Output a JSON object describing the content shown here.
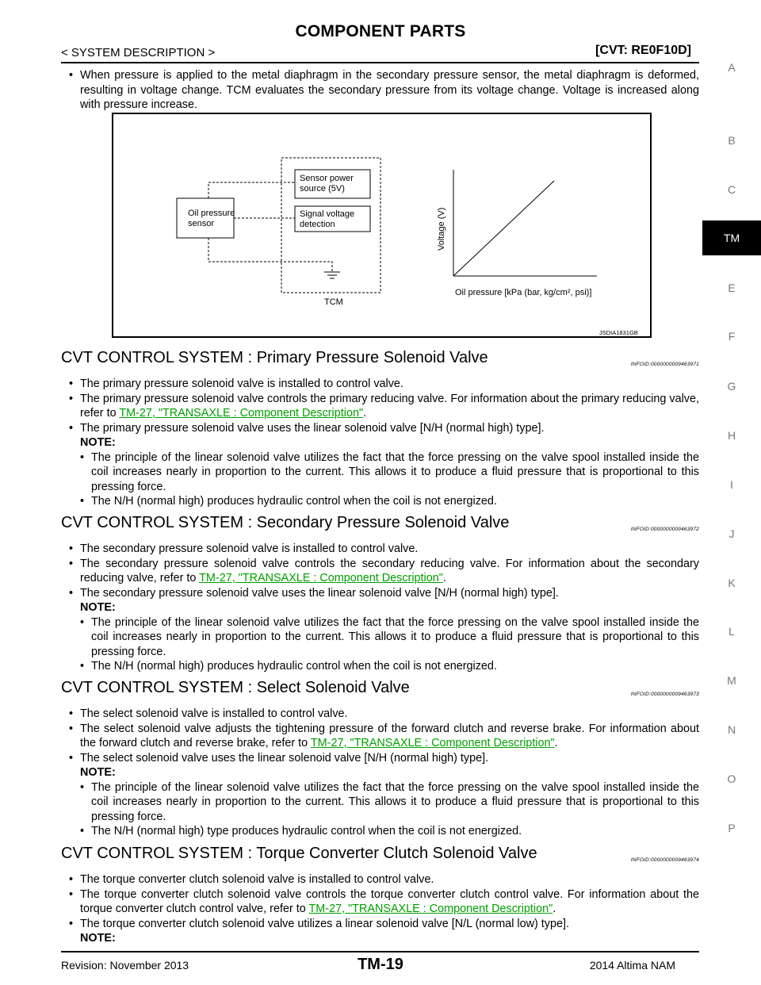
{
  "header": {
    "title": "COMPONENT PARTS",
    "section": "< SYSTEM DESCRIPTION >",
    "model": "[CVT: RE0F10D]"
  },
  "side_tabs": [
    "A",
    "B",
    "C",
    "TM",
    "E",
    "F",
    "G",
    "H",
    "I",
    "J",
    "K",
    "L",
    "M",
    "N",
    "O",
    "P"
  ],
  "intro_bullet": "When pressure is applied to the metal diaphragm in the secondary pressure sensor, the metal diaphragm is deformed, resulting in voltage change. TCM evaluates the secondary pressure from its voltage change. Voltage is increased along with pressure increase.",
  "figure": {
    "oil_sensor": "Oil pressure sensor",
    "power_source": "Sensor power source (5V)",
    "signal_detection": "Signal voltage detection",
    "tcm": "TCM",
    "y_axis": "Voltage (V)",
    "x_axis": "Oil pressure [kPa (bar, kg/cm², psi)]",
    "code": "JSDIA1831GB"
  },
  "link_text": "TM-27, \"TRANSAXLE : Component Description\"",
  "note_label": "NOTE:",
  "sections": [
    {
      "title": "CVT CONTROL SYSTEM : Primary Pressure Solenoid Valve",
      "infoid": "INFOID:0000000009463971",
      "b1": "The primary pressure solenoid valve is installed to control valve.",
      "b2_pre": "The primary pressure solenoid valve controls the primary reducing valve. For information about the primary reducing valve, refer to ",
      "b3": "The primary pressure solenoid valve uses the linear solenoid valve [N/H (normal high) type].",
      "n1": "The principle of the linear solenoid valve utilizes the fact that the force pressing on the valve spool installed inside the coil increases nearly in proportion to the current. This allows it to produce a fluid pressure that is proportional to this pressing force.",
      "n2": "The N/H (normal high) produces hydraulic control when the coil is not energized."
    },
    {
      "title": "CVT CONTROL SYSTEM : Secondary Pressure Solenoid Valve",
      "infoid": "INFOID:0000000009463972",
      "b1": "The secondary pressure solenoid valve is installed to control valve.",
      "b2_pre": "The secondary pressure solenoid valve controls the secondary reducing valve. For information about the secondary reducing valve, refer to ",
      "b3": "The secondary pressure solenoid valve uses the linear solenoid valve [N/H (normal high) type].",
      "n1": "The principle of the linear solenoid valve utilizes the fact that the force pressing on the valve spool installed inside the coil increases nearly in proportion to the current. This allows it to produce a fluid pressure that is proportional to this pressing force.",
      "n2": "The N/H (normal high) produces hydraulic control when the coil is not energized."
    },
    {
      "title": "CVT CONTROL SYSTEM : Select Solenoid Valve",
      "infoid": "INFOID:0000000009463973",
      "b1": "The select solenoid valve is installed to control valve.",
      "b2_pre": "The select solenoid valve adjusts the tightening pressure of the forward clutch and reverse brake. For information about the forward clutch and reverse brake, refer to ",
      "b3": "The select solenoid valve uses the linear solenoid valve [N/H (normal high) type].",
      "n1": "The principle of the linear solenoid valve utilizes the fact that the force pressing on the valve spool installed inside the coil increases nearly in proportion to the current. This allows it to produce a fluid pressure that is proportional to this pressing force.",
      "n2": "The N/H (normal high) type produces hydraulic control when the coil is not energized."
    },
    {
      "title": "CVT CONTROL SYSTEM : Torque Converter Clutch Solenoid Valve",
      "infoid": "INFOID:0000000009463974",
      "b1": "The torque converter clutch solenoid valve is installed to control valve.",
      "b2_pre": "The torque converter clutch solenoid valve controls the torque converter clutch control valve. For information about the torque converter clutch control valve, refer to ",
      "b3": "The torque converter clutch solenoid valve utilizes a linear solenoid valve [N/L (normal low) type]."
    }
  ],
  "footer": {
    "revision": "Revision: November 2013",
    "page": "TM-19",
    "model_year": "2014 Altima NAM"
  }
}
